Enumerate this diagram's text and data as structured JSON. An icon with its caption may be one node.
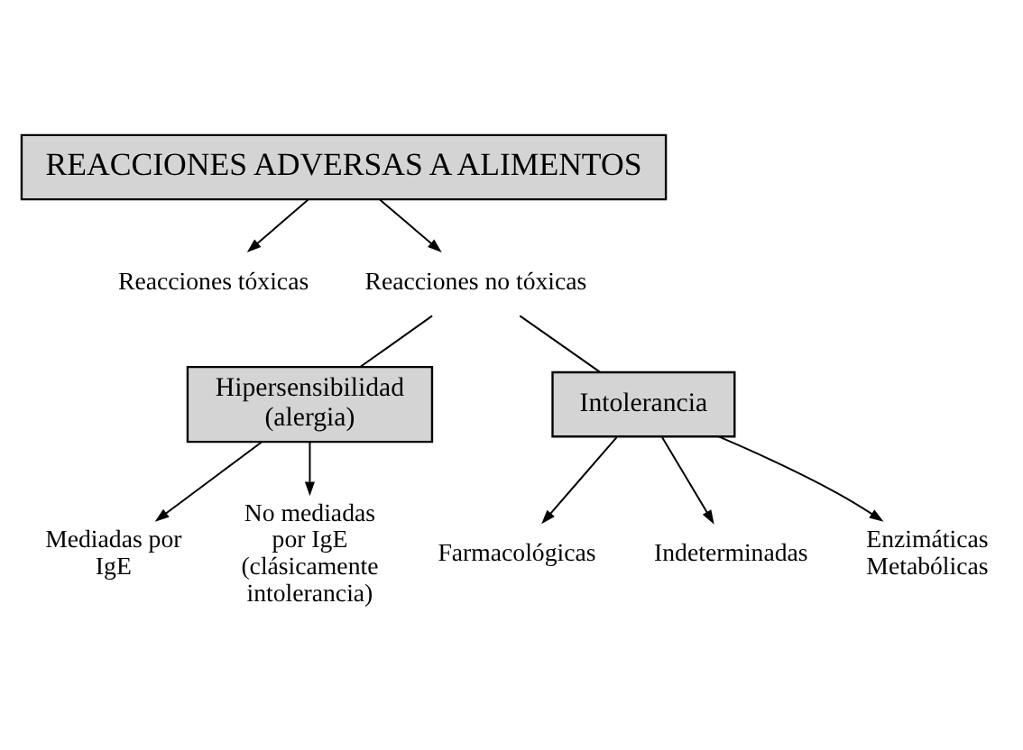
{
  "diagram": {
    "nodes": [
      {
        "text": [
          "REACCIONES ADVERSAS A ALIMENTOS"
        ]
      },
      {
        "text": [
          "Reacciones tóxicas"
        ]
      },
      {
        "text": [
          "Reacciones no tóxicas"
        ]
      },
      {
        "text": [
          "Hipersensibilidad (alergia)"
        ]
      },
      {
        "text": [
          "Intolerancia"
        ]
      },
      {
        "text": [
          "Mediadas por IgE"
        ]
      },
      {
        "text": [
          "No mediadas por IgE (clásicamente intolerancia)"
        ]
      },
      {
        "text": [
          "Farmacológicas"
        ]
      },
      {
        "text": [
          "Indeterminadas"
        ]
      },
      {
        "text": [
          "Enzimáticas Metabólicas"
        ]
      }
    ],
    "edges": [
      {
        "from": 0,
        "to": 1,
        "arrow": "to"
      },
      {
        "from": 0,
        "to": 2,
        "arrow": "to"
      },
      {
        "from": 2,
        "to": 3,
        "arrow": "none"
      },
      {
        "from": 2,
        "to": 4,
        "arrow": "none"
      },
      {
        "from": 3,
        "to": 5,
        "arrow": "to"
      },
      {
        "from": 3,
        "to": 6,
        "arrow": "to"
      },
      {
        "from": 4,
        "to": 7,
        "arrow": "to"
      },
      {
        "from": 4,
        "to": 8,
        "arrow": "to"
      },
      {
        "from": 4,
        "to": 9,
        "arrow": "to"
      }
    ]
  }
}
